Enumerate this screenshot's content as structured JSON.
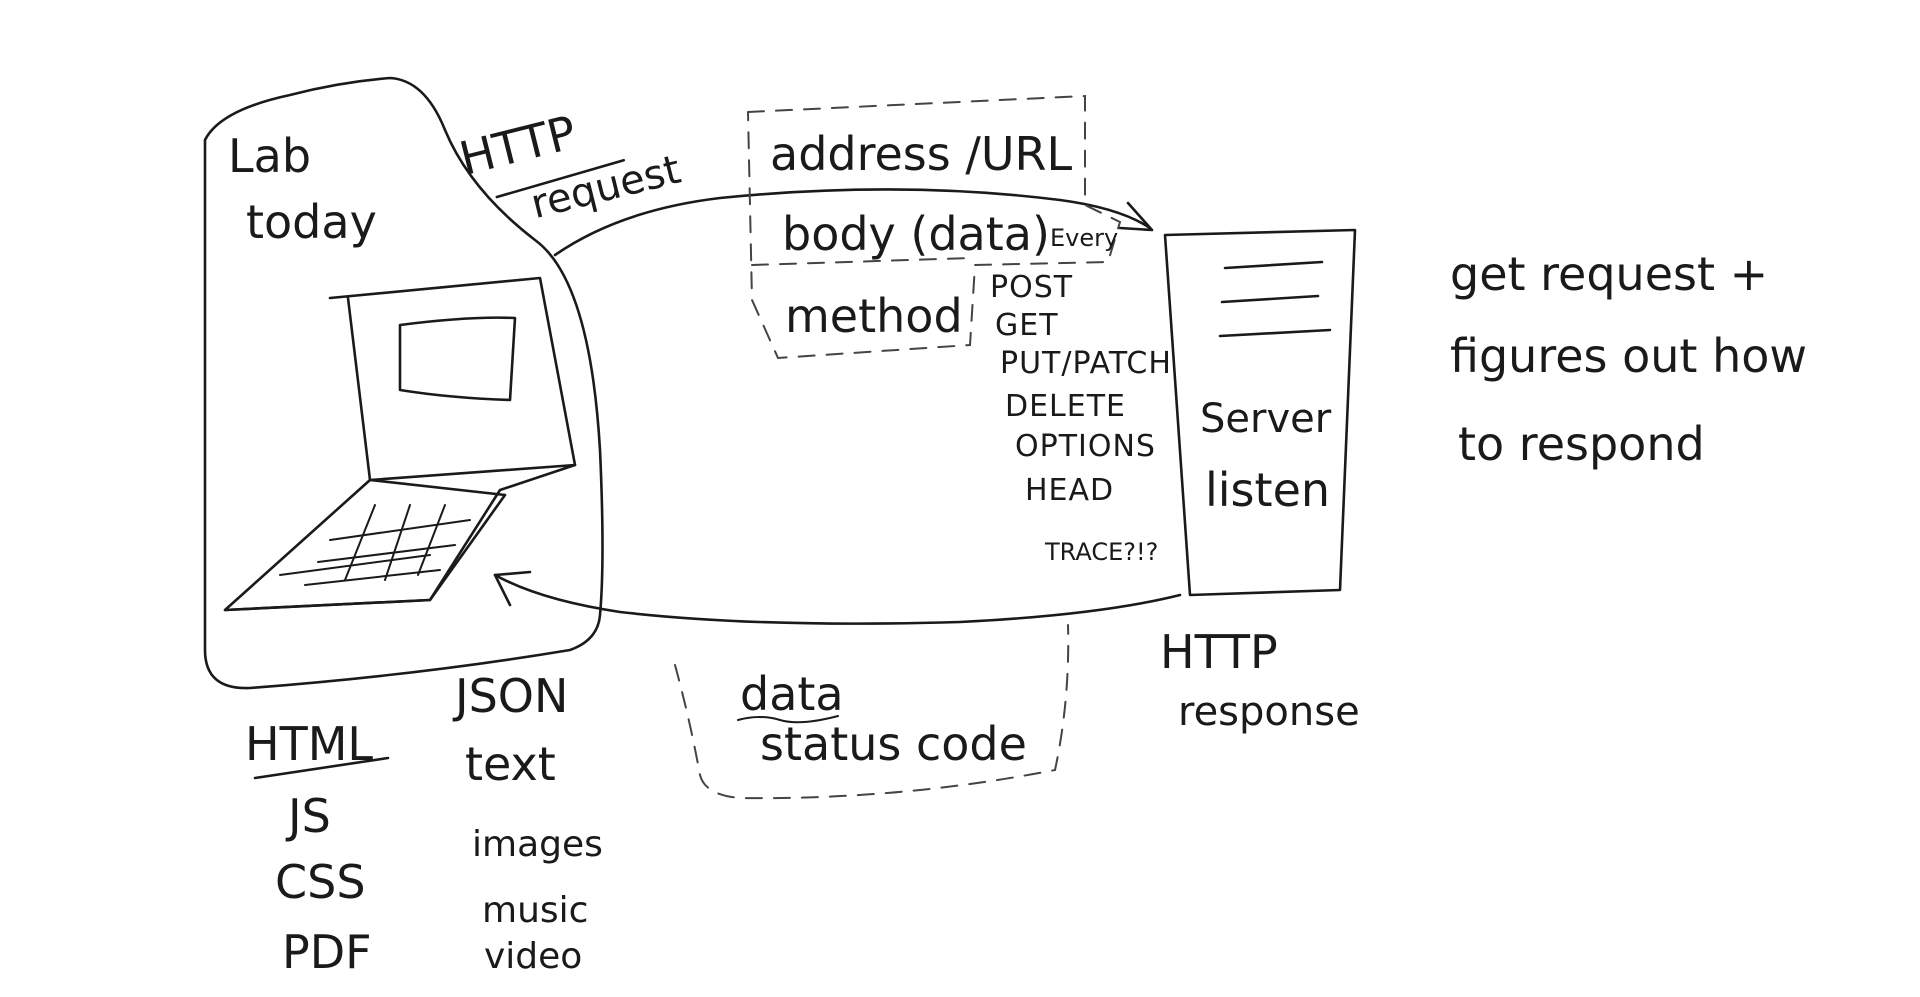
{
  "client_labels": {
    "lab": "Lab",
    "today": "today"
  },
  "request": {
    "http": "HTTP",
    "request": "request",
    "address": "address /URL",
    "body": "body (data)",
    "body_note": "Every",
    "method": "method"
  },
  "methods": [
    "POST",
    "GET",
    "PUT/PATCH",
    "DELETE",
    "OPTIONS",
    "HEAD",
    "TRACE?!?"
  ],
  "server": {
    "server": "Server",
    "listen": "listen"
  },
  "server_note": [
    "get request +",
    "figures out how",
    "to respond"
  ],
  "response": {
    "http": "HTTP",
    "response": "response",
    "data": "data",
    "status": "status code"
  },
  "file_types_col1": {
    "heading": "HTML",
    "items": [
      "JS",
      "CSS",
      "PDF"
    ]
  },
  "file_types_col2": {
    "heading": "JSON",
    "items": [
      "text",
      "images",
      "music",
      "video"
    ]
  }
}
